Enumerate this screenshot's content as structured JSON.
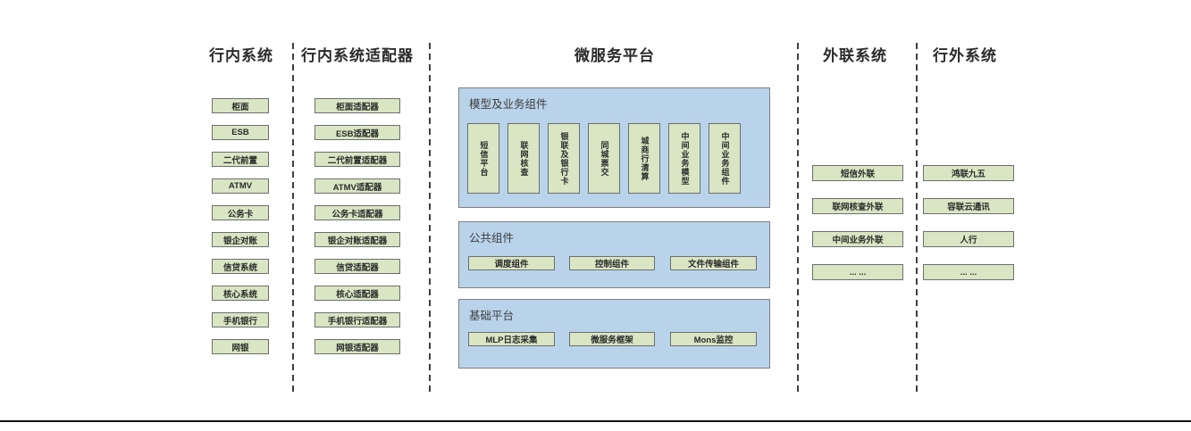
{
  "diagram": {
    "internal": {
      "title": "行内系统",
      "items": [
        "柜面",
        "ESB",
        "二代前置",
        "ATMV",
        "公务卡",
        "银企对账",
        "信贷系统",
        "核心系统",
        "手机银行",
        "网银"
      ]
    },
    "adapters": {
      "title": "行内系统适配器",
      "items": [
        "柜面适配器",
        "ESB适配器",
        "二代前置适配器",
        "ATMV适配器",
        "公务卡适配器",
        "银企对账适配器",
        "信贷适配器",
        "核心适配器",
        "手机银行适配器",
        "网银适配器"
      ]
    },
    "platform": {
      "title": "微服务平台",
      "groups": [
        {
          "label": "模型及业务组件",
          "items": [
            "短信平台",
            "联网核查",
            "银联及银行卡",
            "同城票交",
            "城商行清算",
            "中间业务模型",
            "中间业务组件"
          ]
        },
        {
          "label": "公共组件",
          "items": [
            "调度组件",
            "控制组件",
            "文件传输组件"
          ]
        },
        {
          "label": "基础平台",
          "items": [
            "MLP日志采集",
            "微服务框架",
            "Mons监控"
          ]
        }
      ]
    },
    "outreach": {
      "title": "外联系统",
      "items": [
        "短信外联",
        "联网核查外联",
        "中间业务外联",
        "... ..."
      ]
    },
    "external": {
      "title": "行外系统",
      "items": [
        "鸿联九五",
        "容联云通讯",
        "人行",
        "... ..."
      ]
    },
    "colors": {
      "box_fill": "#d9e5c3",
      "box_border": "#6e6e6e",
      "container_fill": "#b9d3ea",
      "container_border": "#7f7f7f",
      "text": "#2b2b2b"
    }
  }
}
